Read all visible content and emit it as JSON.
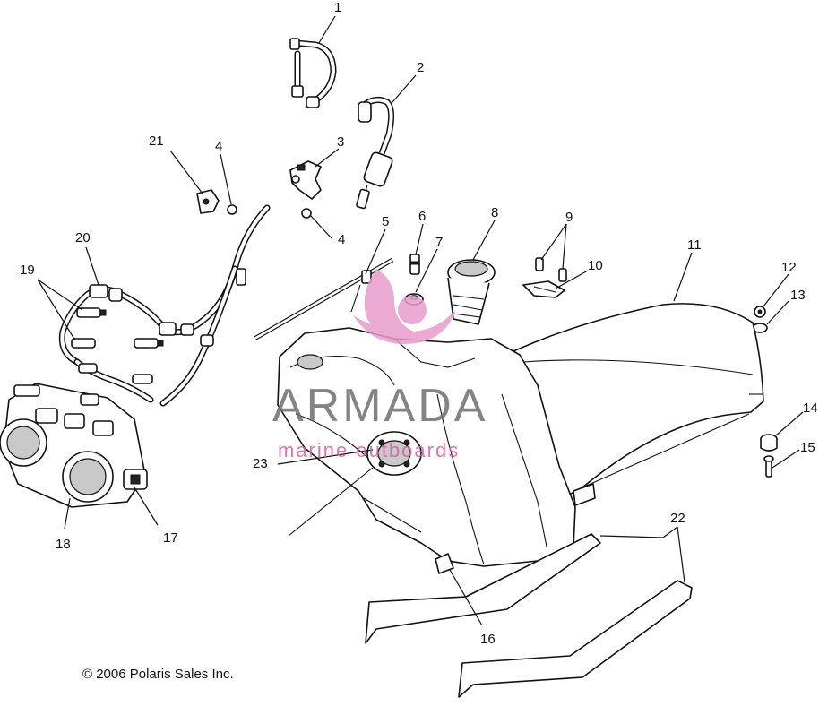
{
  "callouts": [
    "1",
    "2",
    "3",
    "4",
    "5",
    "6",
    "7",
    "8",
    "9",
    "10",
    "11",
    "12",
    "13",
    "14",
    "15",
    "16",
    "17",
    "18",
    "19",
    "20",
    "21",
    "22",
    "23"
  ],
  "copyright": "© 2006 Polaris Sales Inc.",
  "watermark": {
    "brand": "ARMADA",
    "tagline": "marine outboards",
    "colors": {
      "brand_text": "#6e6e6e",
      "tagline_text": "#d45fa6",
      "emblem": "#e79ccc"
    }
  }
}
